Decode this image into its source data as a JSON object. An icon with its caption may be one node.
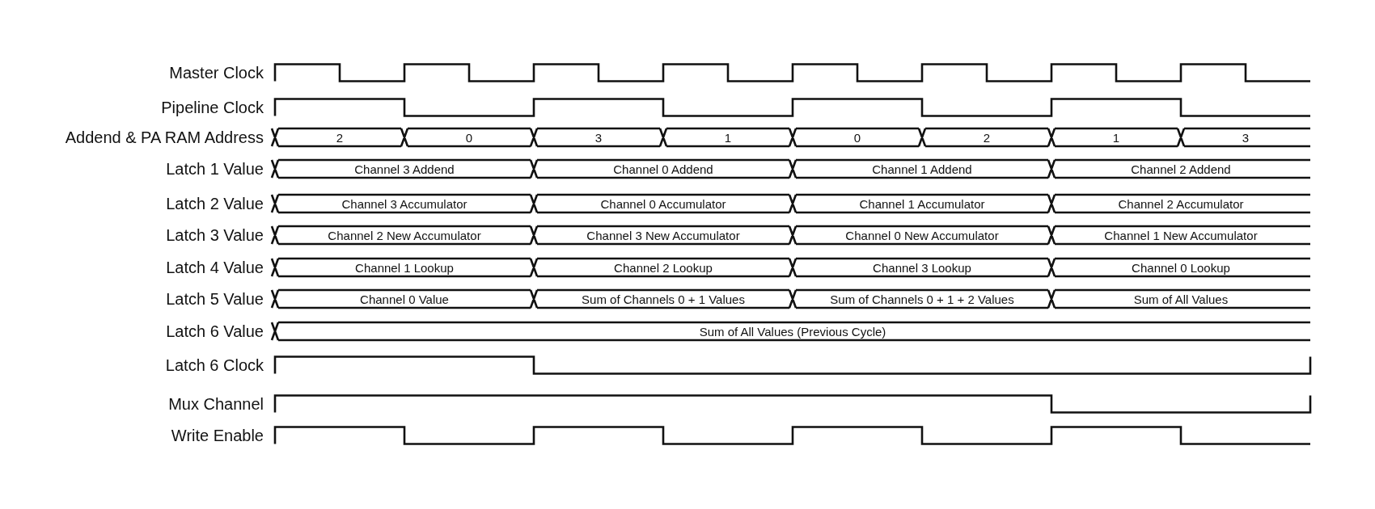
{
  "diagram": {
    "labels": [
      "Master Clock",
      "Pipeline Clock",
      "Addend & PA RAM Address",
      "2",
      "0",
      "3",
      "1",
      "0",
      "2",
      "1",
      "3",
      "Latch 1 Value",
      "Channel 3 Addend",
      "Channel 0 Addend",
      "Channel 1 Addend",
      "Channel 2 Addend",
      "Latch 2 Value",
      "Channel 3 Accumulator",
      "Channel 0 Accumulator",
      "Channel 1 Accumulator",
      "Channel 2 Accumulator",
      "Latch 3 Value",
      "Channel 2 New Accumulator",
      "Channel 3 New Accumulator",
      "Channel 0 New Accumulator",
      "Channel 1 New Accumulator",
      "Latch 4 Value",
      "Channel 1 Lookup",
      "Channel 2 Lookup",
      "Channel 3 Lookup",
      "Channel 0 Lookup",
      "Latch 5 Value",
      "Channel 0 Value",
      "Sum of Channels 0 + 1 Values",
      "Sum of Channels 0 + 1 + 2 Values",
      "Sum of All Values",
      "Latch 6 Value",
      "Sum of All Values (Previous Cycle)",
      "Latch 6 Clock",
      "Mux Channel",
      "Write Enable"
    ]
  }
}
